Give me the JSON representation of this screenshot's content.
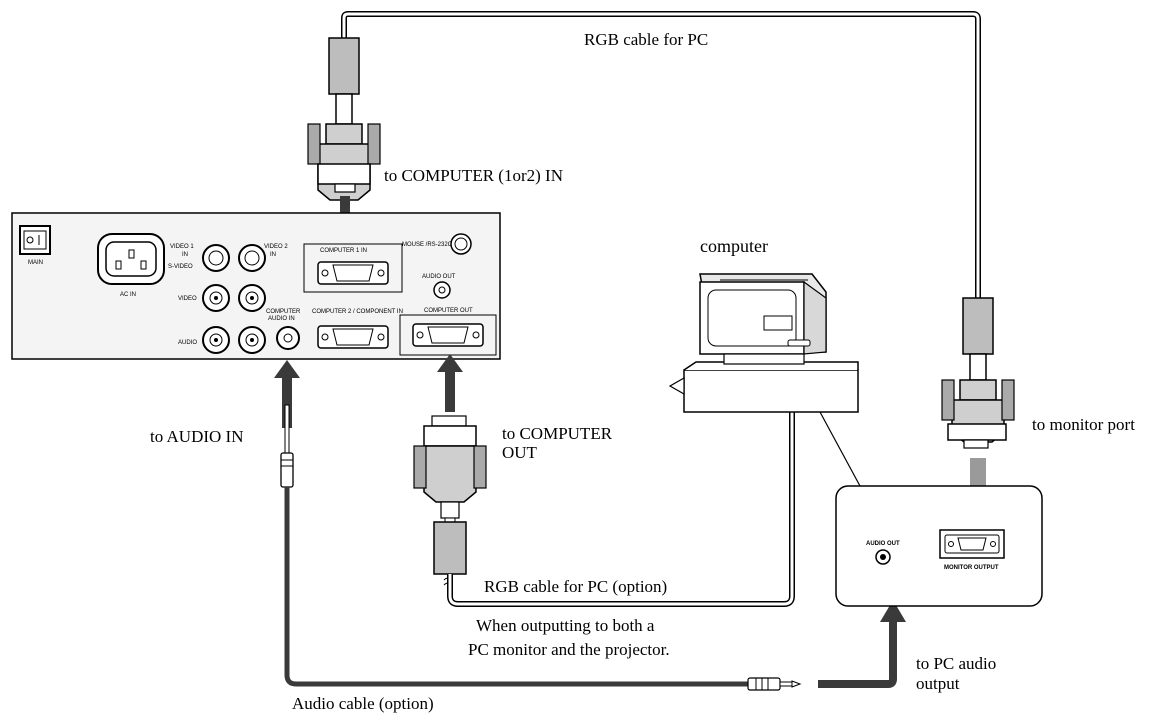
{
  "labels": {
    "rgb_cable_top": "RGB cable for PC",
    "to_computer_in": "to COMPUTER (1or2) IN",
    "computer": "computer",
    "to_audio_in": "to  AUDIO IN",
    "to_computer_out_1": "to  COMPUTER",
    "to_computer_out_2": "OUT",
    "to_monitor_port": "to monitor port",
    "rgb_cable_option": "RGB cable for PC (option)",
    "note_line1": "When outputting to both a",
    "note_line2": "PC monitor and the projector.",
    "to_pc_audio_1": "to PC audio",
    "to_pc_audio_2": "output",
    "audio_cable": "Audio cable (option)"
  },
  "panel": {
    "main": "MAIN",
    "ac_in": "AC IN",
    "video1_a": "VIDEO 1",
    "video1_b": "IN",
    "s_video": "S-VIDEO",
    "video2_a": "VIDEO 2",
    "video2_b": "IN",
    "video": "VIDEO",
    "audio": "AUDIO",
    "computer1_in": "COMPUTER 1 IN",
    "mouse_rs232c": "MOUSE /RS-232C",
    "audio_out": "AUDIO OUT",
    "computer_audio_in_a": "COMPUTER",
    "computer_audio_in_b": "AUDIO IN",
    "computer2_component_in": "COMPUTER 2 / COMPONENT IN",
    "computer_out": "COMPUTER OUT"
  },
  "pc_panel": {
    "audio_out": "AUDIO OUT",
    "monitor_output": "MONITOR OUTPUT"
  }
}
